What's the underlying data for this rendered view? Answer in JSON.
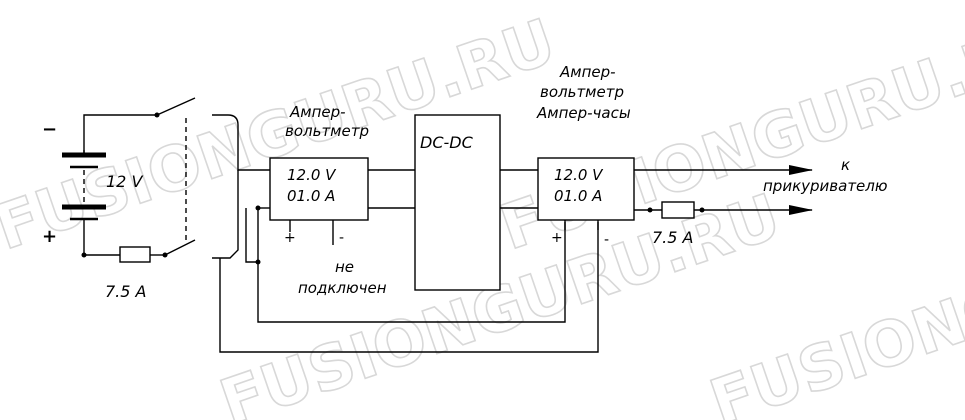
{
  "watermark": "FUSIONGURU.RU",
  "battery": {
    "minus_sign": "−",
    "plus_sign": "+",
    "voltage": "12  V",
    "fuse_rating": "7.5  A"
  },
  "meter_in": {
    "label_line1": "Ампер-",
    "label_line2": "вольтметр",
    "reading_voltage": "12.0  V",
    "reading_current": "01.0  A",
    "plus_terminal": "+",
    "minus_terminal": "-",
    "minus_note_line1": "не",
    "minus_note_line2": "подключен"
  },
  "converter": {
    "label": "DC-DC"
  },
  "meter_out": {
    "label_line1": "Ампер-",
    "label_line2": "вольтметр",
    "label_line3": "Ампер-часы",
    "reading_voltage": "12.0  V",
    "reading_current": "01.0  A",
    "plus_terminal": "+",
    "minus_terminal": "-"
  },
  "output": {
    "destination_line1": "к",
    "destination_line2": "прикуривателю",
    "fuse_rating": "7.5  A"
  }
}
